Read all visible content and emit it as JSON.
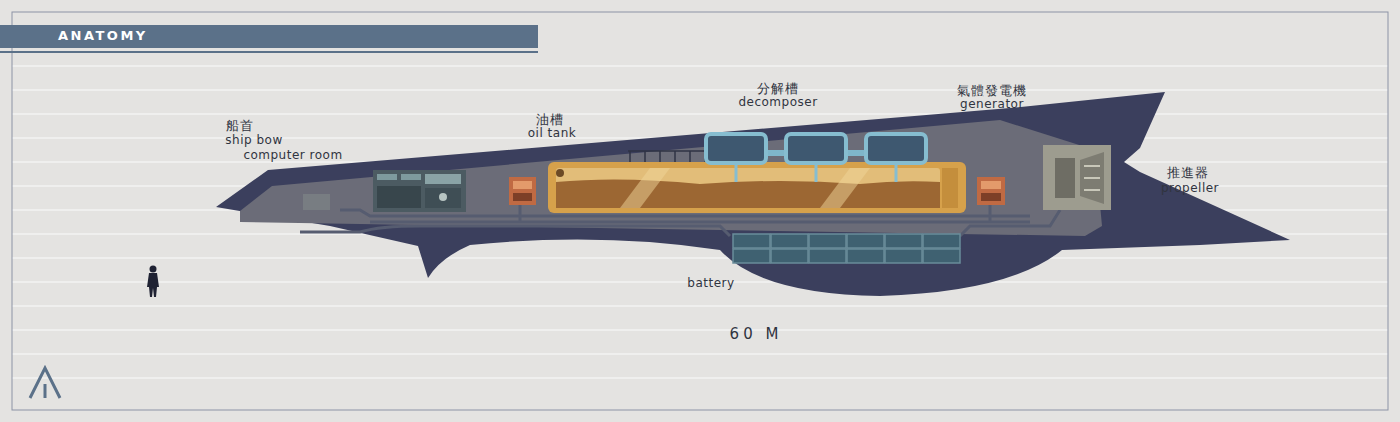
{
  "diagram": {
    "title": "ANATOMY",
    "labels": [
      "船首",
      "ship bow",
      "computer room",
      "油槽",
      "oil tank",
      "分解槽",
      "decomposer",
      "氣體發電機",
      "generator",
      "推進器",
      "propeller",
      "battery",
      "60 M"
    ]
  }
}
